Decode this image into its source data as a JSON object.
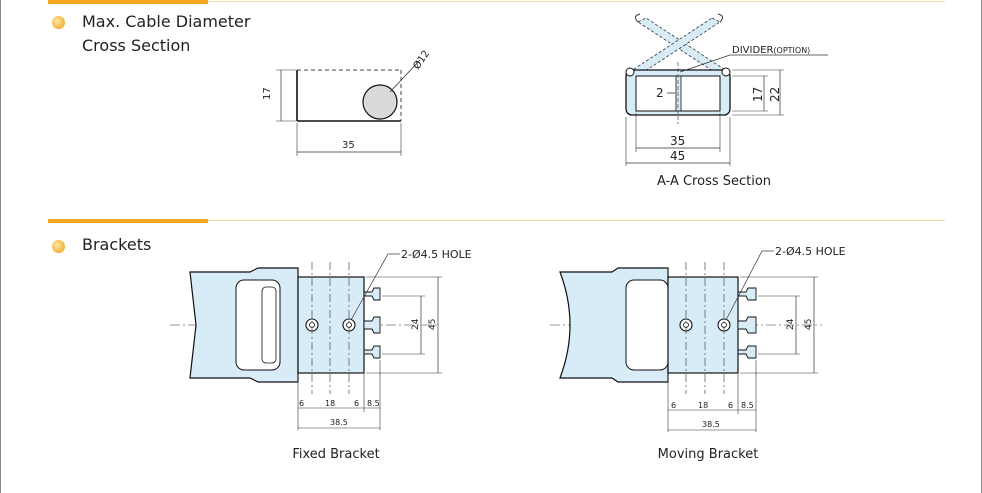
{
  "sections": {
    "cable": {
      "title_line1": "Max. Cable Diameter",
      "title_line2": "Cross Section"
    },
    "brackets": {
      "title": "Brackets"
    }
  },
  "cable_drawing": {
    "dim_height": "17",
    "dim_width": "35",
    "dim_dia": "Ø12"
  },
  "aa_drawing": {
    "divider_label": "DIVIDER",
    "divider_option": "(OPTION)",
    "dim_gap": "2",
    "dim_inner_h": "17",
    "dim_outer_h": "22",
    "dim_inner_w": "35",
    "dim_outer_w": "45",
    "caption": "A-A Cross Section"
  },
  "fixed_bracket": {
    "hole_label": "2-Ø4.5 HOLE",
    "dim_24": "24",
    "dim_45": "45",
    "dim_6a": "6",
    "dim_18": "18",
    "dim_6b": "6",
    "dim_85": "8.5",
    "dim_385": "38.5",
    "caption": "Fixed Bracket"
  },
  "moving_bracket": {
    "hole_label": "2-Ø4.5 HOLE",
    "dim_24": "24",
    "dim_45": "45",
    "dim_6a": "6",
    "dim_18": "18",
    "dim_6b": "6",
    "dim_85": "8.5",
    "dim_385": "38.5",
    "caption": "Moving Bracket"
  },
  "colors": {
    "accent": "#f5a623",
    "part_fill": "#d7ecf6",
    "line": "#1a1a1a"
  }
}
